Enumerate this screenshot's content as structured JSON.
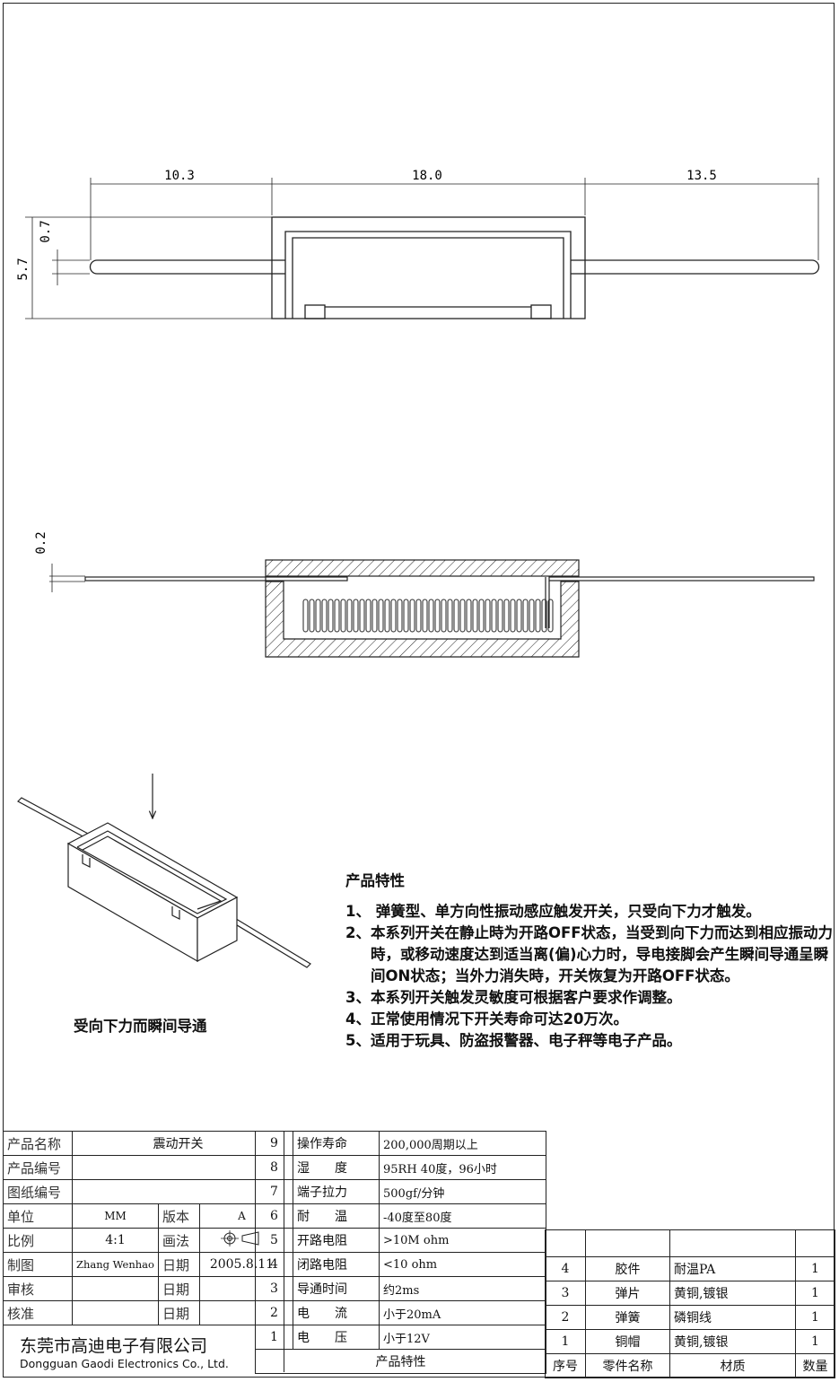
{
  "dimensions": {
    "top_left": "10.3",
    "top_mid": "18.0",
    "top_right": "13.5",
    "height_total": "5.7",
    "lead_offset": "0.7",
    "lead_thickness": "0.2"
  },
  "illustration_caption": "受向下力而瞬间导通",
  "features": {
    "title": "产品特性",
    "items": [
      "1、 弹簧型、单方向性振动感应触发开关，只受向下力才触发。",
      "2、本系列开关在静止時为开路OFF状态，当受到向下力而达到相应振动力時，或移动速度达到适当离(偏)心力时，导电接脚会产生瞬间导通呈瞬间ON状态；当外力消失時，开关恢复为开路OFF状态。",
      "3、本系列开关触发灵敏度可根据客户要求作调整。",
      "4、正常使用情况下开关寿命可达20万次。",
      "5、适用于玩具、防盗报警器、电子秤等电子产品。"
    ]
  },
  "title_block": {
    "product_name_label": "产品名称",
    "product_name": "震动开关",
    "product_no_label": "产品编号",
    "drawing_no_label": "图纸编号",
    "unit_label": "单位",
    "unit": "MM",
    "version_label": "版本",
    "version": "A",
    "scale_label": "比例",
    "scale": "4:1",
    "projection_label": "画法",
    "drawn_label": "制图",
    "drawn_by": "Zhang Wenhao",
    "date_label": "日期",
    "date": "2005.8.11",
    "review_label": "审核",
    "approve_label": "核准"
  },
  "specs": [
    {
      "no": "9",
      "name": "操作寿命",
      "value": "200,000周期以上"
    },
    {
      "no": "8",
      "name": "湿　　度",
      "value": "95RH 40度，96小时"
    },
    {
      "no": "7",
      "name": "端子拉力",
      "value": "500gf/分钟"
    },
    {
      "no": "6",
      "name": "耐　　温",
      "value": "-40度至80度"
    },
    {
      "no": "5",
      "name": "开路电阻",
      "value": ">10M ohm"
    },
    {
      "no": "4",
      "name": "闭路电阻",
      "value": "<10 ohm"
    },
    {
      "no": "3",
      "name": "导通时间",
      "value": "约2ms"
    },
    {
      "no": "2",
      "name": "电　　流",
      "value": "小于20mA"
    },
    {
      "no": "1",
      "name": "电　　压",
      "value": "小于12V"
    }
  ],
  "specs_footer": "产品特性",
  "parts": [
    {
      "no": "4",
      "name": "胶件",
      "material": "耐温PA",
      "qty": "1"
    },
    {
      "no": "3",
      "name": "弹片",
      "material": "黄铜,镀银",
      "qty": "1"
    },
    {
      "no": "2",
      "name": "弹簧",
      "material": "磷铜线",
      "qty": "1"
    },
    {
      "no": "1",
      "name": "铜帽",
      "material": "黄铜,镀银",
      "qty": "1"
    }
  ],
  "parts_header": {
    "no": "序号",
    "name": "零件名称",
    "material": "材质",
    "qty": "数量"
  },
  "company": {
    "cn": "东莞市高迪电子有限公司",
    "en": "Dongguan Gaodi Electronics Co., Ltd."
  }
}
